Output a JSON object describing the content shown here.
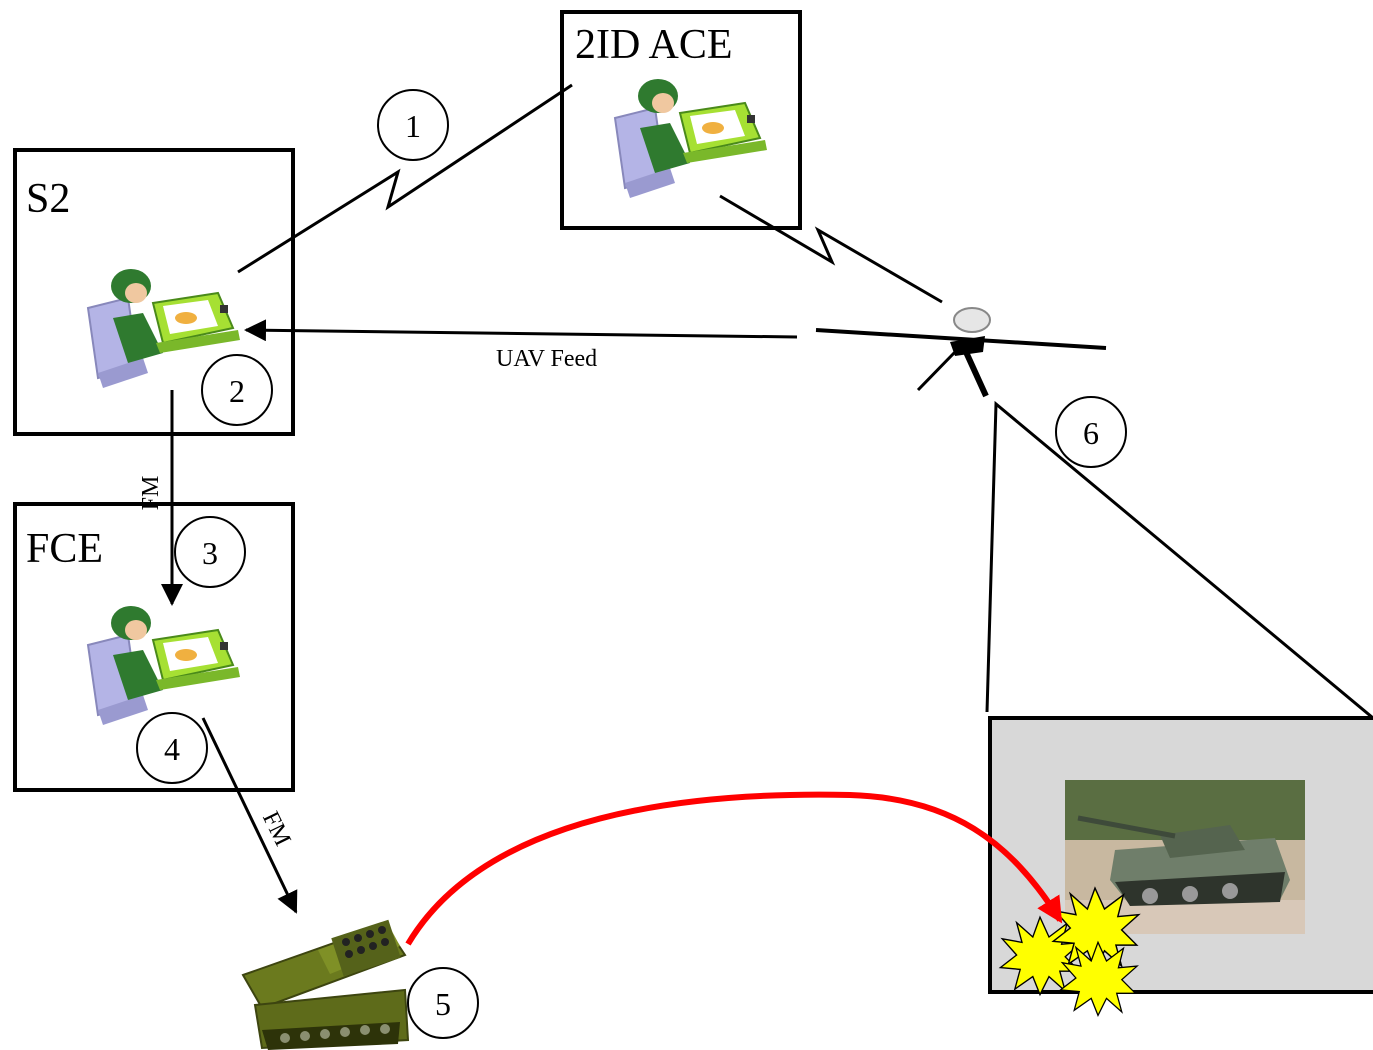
{
  "nodes": {
    "ace": {
      "label": "2ID ACE"
    },
    "s2": {
      "label": "S2"
    },
    "fce": {
      "label": "FCE"
    }
  },
  "steps": [
    "1",
    "2",
    "3",
    "4",
    "5",
    "6"
  ],
  "links": {
    "uav_feed": "UAV Feed",
    "fm_s2_fce": "FM",
    "fm_fce_mlrs": "FM"
  },
  "colors": {
    "fire_arc": "#ff0000",
    "explosion": "#ffff00",
    "operator_helmet": "#2f7a2f",
    "operator_chair": "#b4b4e6",
    "operator_console": "#a6e033",
    "launcher": "#6b7a1e",
    "video_screen": "#d8d8d8"
  },
  "icons": {
    "operator": "operator-workstation-icon",
    "uav": "uav-icon",
    "launcher": "rocket-launcher-icon",
    "target": "tank-target-icon",
    "explosion": "explosion-icon"
  }
}
